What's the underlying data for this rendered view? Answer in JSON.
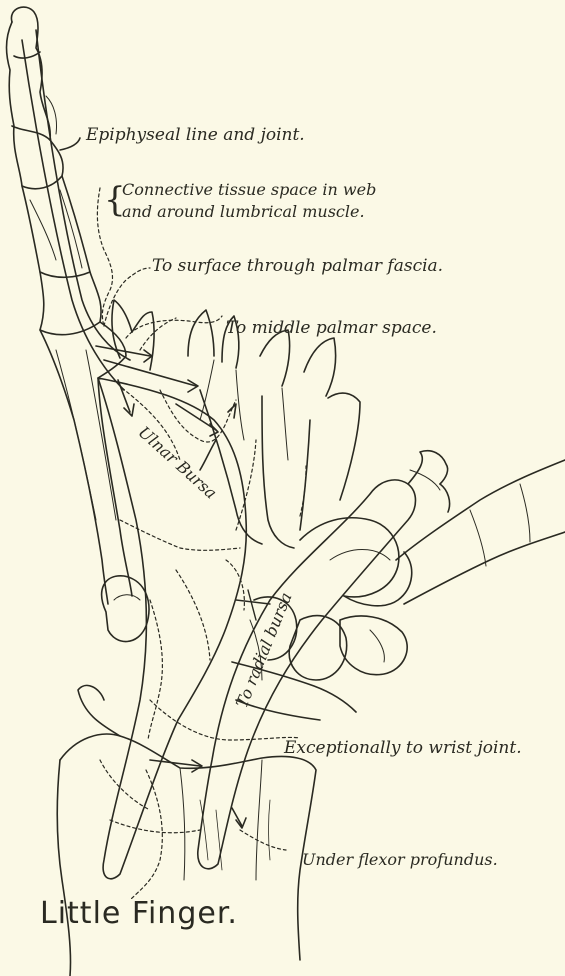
{
  "labels": {
    "epiphyseal": "Epiphyseal line and joint.",
    "connective_line1": "Connective tissue space in web",
    "connective_line2": "and around lumbrical muscle.",
    "surface": "To surface through palmar fascia.",
    "middle_palmar": "To middle palmar space.",
    "ulnar_bursa": "Ulnar Bursa",
    "radial_bursa": "To radial bursa",
    "wrist_joint": "Exceptionally to wrist joint.",
    "flexor": "Under flexor profundus."
  },
  "caption": "Little Finger.",
  "colors": {
    "background": "#fbf9e6",
    "ink": "#2a2a22"
  }
}
